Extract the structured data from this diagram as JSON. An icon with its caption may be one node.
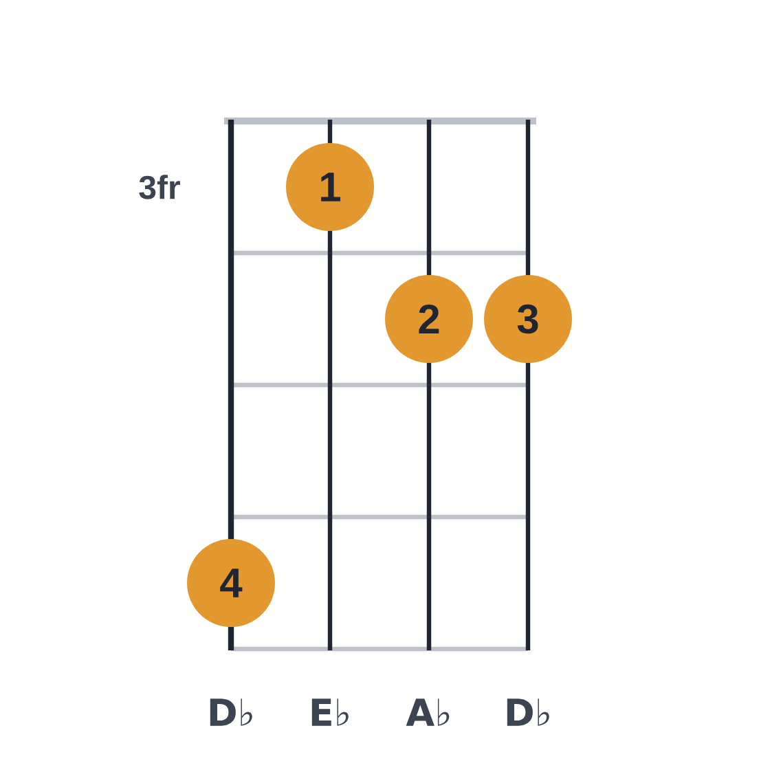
{
  "diagram": {
    "nodes": [
      {
        "text": [
          "1"
        ]
      },
      {
        "text": [
          "2"
        ]
      },
      {
        "text": [
          "3"
        ]
      },
      {
        "text": [
          "4"
        ]
      }
    ],
    "labels": [
      "3fr",
      "D♭",
      "E♭",
      "A♭",
      "D♭"
    ]
  }
}
